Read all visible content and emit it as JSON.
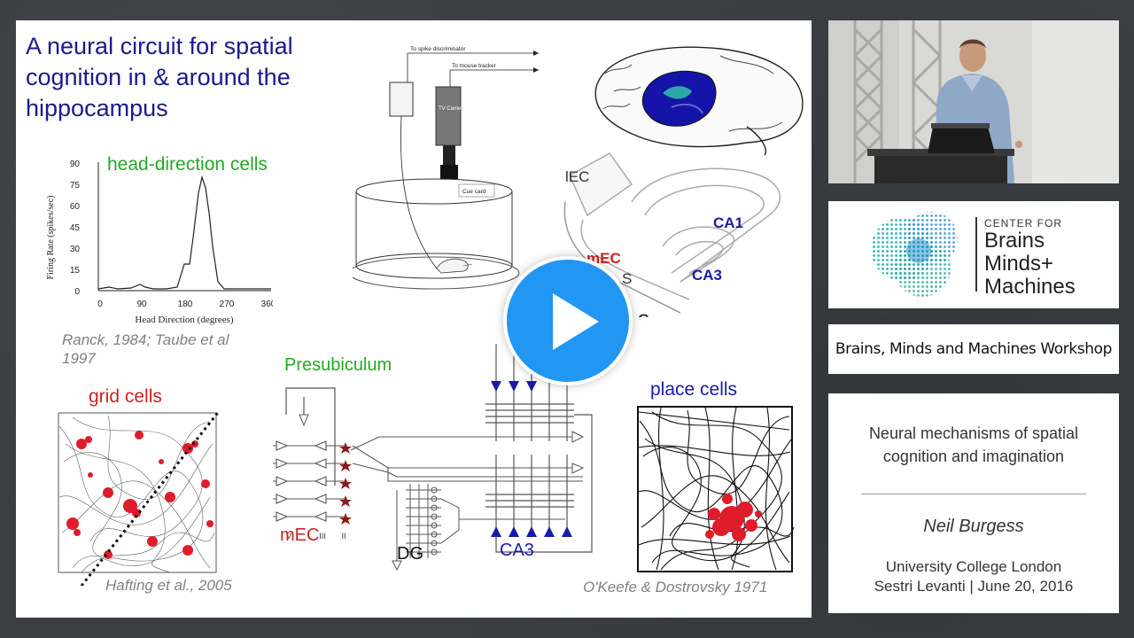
{
  "slide": {
    "title": "A neural circuit for spatial cognition in & around the hippocampus",
    "head_direction_label": "head-direction cells",
    "hd_plot": {
      "ylabel": "Firing Rate (spikes/sec)",
      "xlabel": "Head Direction (degrees)",
      "y_ticks": [
        "90",
        "75",
        "60",
        "45",
        "30",
        "15",
        "0"
      ],
      "x_ticks": [
        "0",
        "90",
        "180",
        "270",
        "360"
      ]
    },
    "cite_ranck": "Ranck, 1984; Taube et al 1997",
    "grid_cells_label": "grid cells",
    "cite_hafting": "Hafting et al., 2005",
    "place_cells_label": "place cells",
    "cite_okeefe": "O'Keefe & Dostrovsky 1971",
    "apparatus": {
      "spike_label": "To spike discriminator",
      "tracker_label": "To mouse tracker",
      "camera_label": "TV Camera",
      "cue_card_label": "Cue card"
    },
    "hippo": {
      "lec": "lEC",
      "mec": "mEC",
      "s": "S",
      "ca1": "CA1",
      "ca3": "CA3",
      "g": "G"
    },
    "circuit": {
      "presubiculum": "Presubiculum",
      "mec": "mEC",
      "dg": "DG",
      "ca3": "CA3",
      "layers": [
        "V",
        "III",
        "II"
      ]
    }
  },
  "video": {
    "play_label": "Play video"
  },
  "brand": {
    "line1": "CENTER FOR",
    "line2": "Brains",
    "line3": "Minds+",
    "line4": "Machines"
  },
  "workshop": {
    "title": "Brains, Minds and Machines Workshop"
  },
  "talk": {
    "title_line1": "Neural mechanisms of spatial",
    "title_line2": "cognition and imagination",
    "speaker": "Neil Burgess",
    "affiliation_line1": "University College London",
    "affiliation_line2": "Sestri Levanti | June 20, 2016"
  },
  "colors": {
    "title_blue": "#1a1a8c",
    "label_green": "#22aa22",
    "label_red": "#cc2222",
    "label_blue": "#1a1aa8",
    "play_blue": "#2196f3"
  }
}
